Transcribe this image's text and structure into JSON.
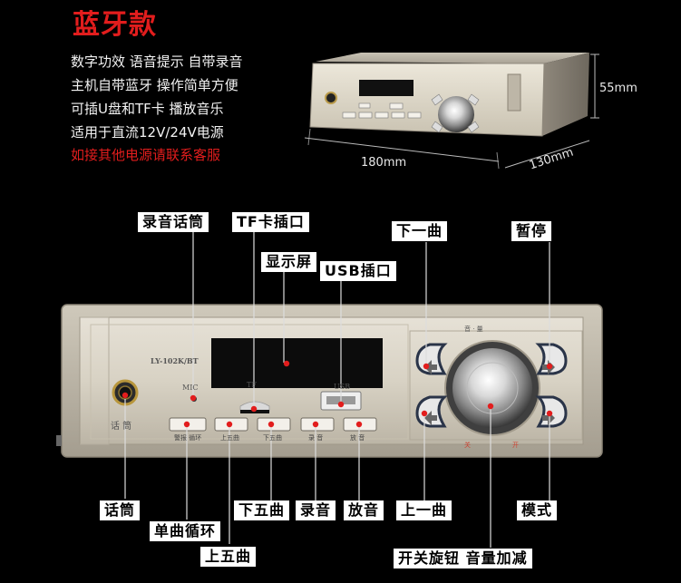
{
  "header": {
    "title": "蓝牙款"
  },
  "specs": [
    "数字功效 语音提示 自带录音",
    "主机自带蓝牙 操作简单方便",
    "可插U盘和TF卡 播放音乐",
    "适用于直流12V/24V电源"
  ],
  "contact_note": "如接其他电源请联系客服",
  "dimensions": {
    "width": "180mm",
    "depth": "130mm",
    "height": "55mm"
  },
  "panel": {
    "model": "LY-102K/BT",
    "mic_mark": "MIC",
    "tf_mark": "TF",
    "usb_mark": "USB",
    "mic_jack_label": "话 筒",
    "volume_mark": "音 · 量",
    "off_mark": "关",
    "on_mark": "开",
    "button_labels": [
      "警报 循环",
      "上五曲",
      "下五曲",
      "录 音",
      "放 音"
    ]
  },
  "callouts": {
    "record_mic": "录音话筒",
    "tf_slot": "TF卡插口",
    "display": "显示屏",
    "usb_slot": "USB插口",
    "next_track": "下一曲",
    "pause": "暂停",
    "mic": "话筒",
    "single_loop": "单曲循环",
    "prev_five": "上五曲",
    "next_five": "下五曲",
    "record": "录音",
    "play": "放音",
    "prev_track": "上一曲",
    "mode": "模式",
    "knob": "开关旋钮 音量加减"
  },
  "colors": {
    "accent": "#e21d1d",
    "background": "#000000",
    "panel": "#d9d3c4"
  }
}
